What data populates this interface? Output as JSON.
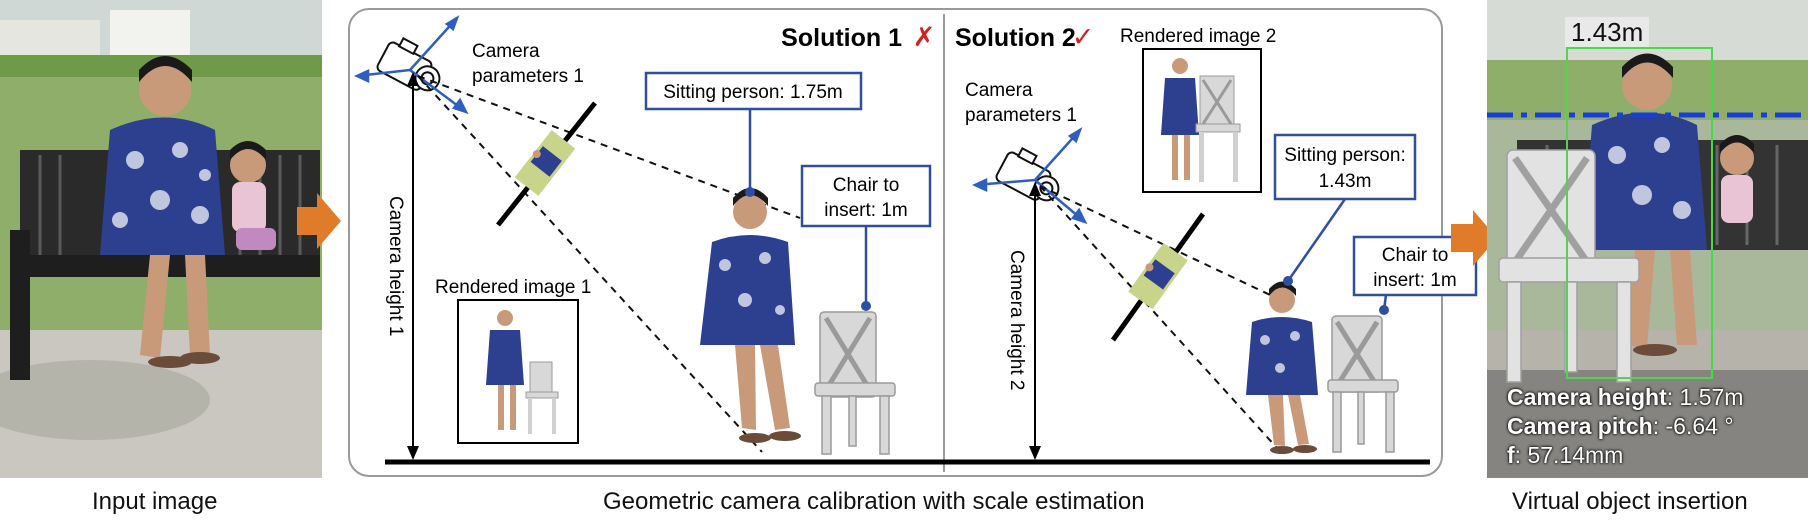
{
  "captions": {
    "input": "Input image",
    "middle": "Geometric camera calibration with scale estimation",
    "output": "Virtual object insertion"
  },
  "solution1": {
    "title": "Solution 1",
    "mark": "✗",
    "camera_label_line1": "Camera",
    "camera_label_line2": "parameters 1",
    "height_label": "Camera height 1",
    "rendered_label": "Rendered image 1",
    "person_label": "Sitting person: 1.75m",
    "chair_label_line1": "Chair to",
    "chair_label_line2": "insert: 1m"
  },
  "solution2": {
    "title": "Solution 2",
    "mark": "✓",
    "camera_label_line1": "Camera",
    "camera_label_line2": "parameters 1",
    "height_label": "Camera height 2",
    "rendered_label": "Rendered image 2",
    "person_label_line1": "Sitting person:",
    "person_label_line2": "1.43m",
    "chair_label_line1": "Chair to",
    "chair_label_line2": "insert: 1m"
  },
  "output": {
    "height_badge": "1.43m",
    "camera_height_label": "Camera height",
    "camera_height_value": ": 1.57m",
    "camera_pitch_label": "Camera pitch",
    "camera_pitch_value": ": -6.64 °",
    "focal_label": "f",
    "focal_value": ": 57.14mm"
  },
  "colors": {
    "accent_blue": "#2e4fa0",
    "arrow_orange": "#e07b2a",
    "x_red": "#d62020",
    "check_red": "#d62020",
    "horizon_blue": "#1a3fd6",
    "box_green": "#4fd64f"
  }
}
